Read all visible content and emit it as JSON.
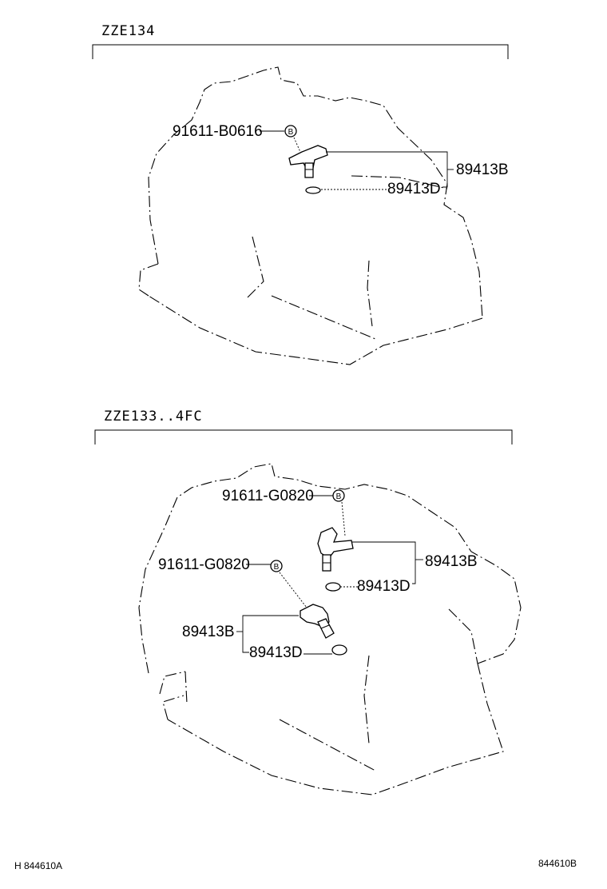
{
  "section_top": {
    "model": "ZZE134",
    "labels": {
      "bolt": "91611-B0616",
      "sensor": "89413B",
      "oring": "89413D"
    }
  },
  "section_bottom": {
    "model": "ZZE133..4FC",
    "labels": {
      "bolt_upper": "91611-G0820",
      "sensor_upper": "89413B",
      "oring_upper": "89413D",
      "bolt_lower": "91611-G0820",
      "sensor_lower": "89413B",
      "oring_lower": "89413D"
    }
  },
  "footer": {
    "left": "H 844610A",
    "right": "844610B"
  },
  "bolt_symbol": "B"
}
